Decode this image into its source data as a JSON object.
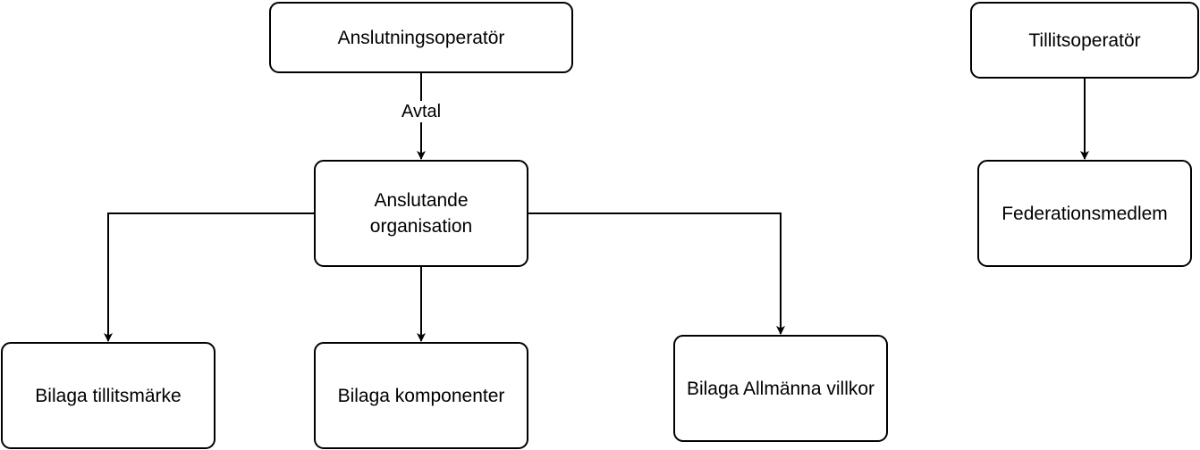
{
  "nodes": {
    "anslutningsoperator": "Anslutningsoperatör",
    "anslutande_organisation": "Anslutande organisation",
    "bilaga_tillitsmarke": "Bilaga tillitsmärke",
    "bilaga_komponenter": "Bilaga komponenter",
    "bilaga_allmanna_villkor": "Bilaga Allmänna villkor",
    "tillitsoperator": "Tillitsoperatör",
    "federationsmedlem": "Federationsmedlem"
  },
  "edges": {
    "avtal_label": "Avtal"
  },
  "colors": {
    "stroke": "#000000",
    "fill": "#ffffff"
  }
}
